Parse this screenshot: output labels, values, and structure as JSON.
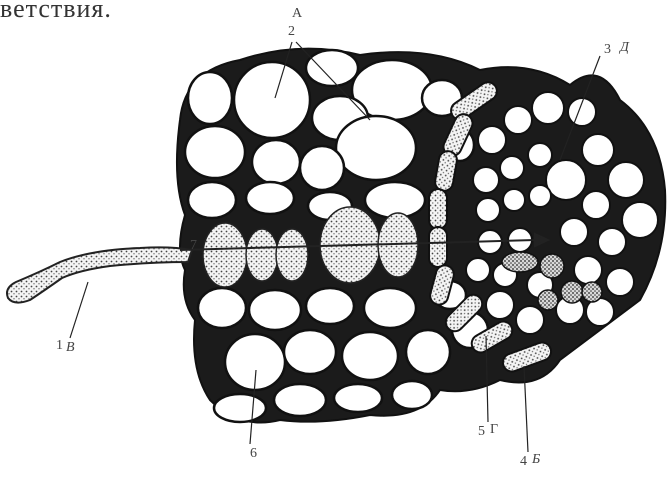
{
  "caption": "ветствия.",
  "labels": {
    "a": "А",
    "n2": "2",
    "n3": "3",
    "d": "Д",
    "n7": "7",
    "n1": "1",
    "v": "В",
    "n6": "6",
    "n5": "5",
    "g": "Г",
    "n4": "4",
    "b": "Б"
  }
}
